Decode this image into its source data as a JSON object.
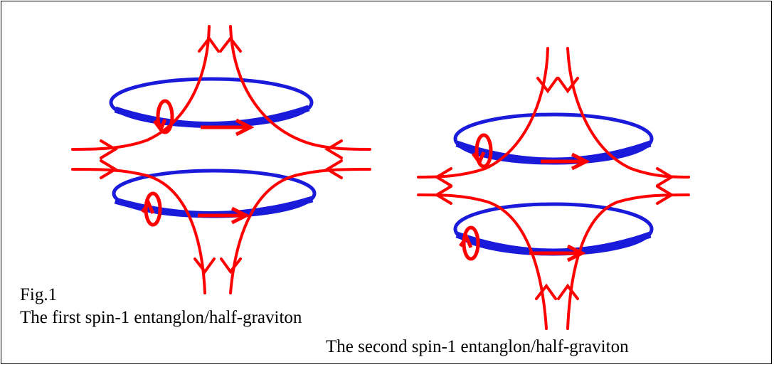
{
  "figure": {
    "label": "Fig.1",
    "caption_first": "The first spin-1  entanglon/half-graviton",
    "caption_second": "The second spin-1  entanglon/half-graviton"
  },
  "colors": {
    "ring": "#1a1adb",
    "field_line": "#ff0000",
    "text": "#000000",
    "background": "#ffffff",
    "border": "#000000"
  },
  "diagrams": [
    {
      "name": "first-entanglon",
      "field_direction": "vertical-outward, horizontal-inward"
    },
    {
      "name": "second-entanglon",
      "field_direction": "vertical-inward, horizontal-outward"
    }
  ]
}
